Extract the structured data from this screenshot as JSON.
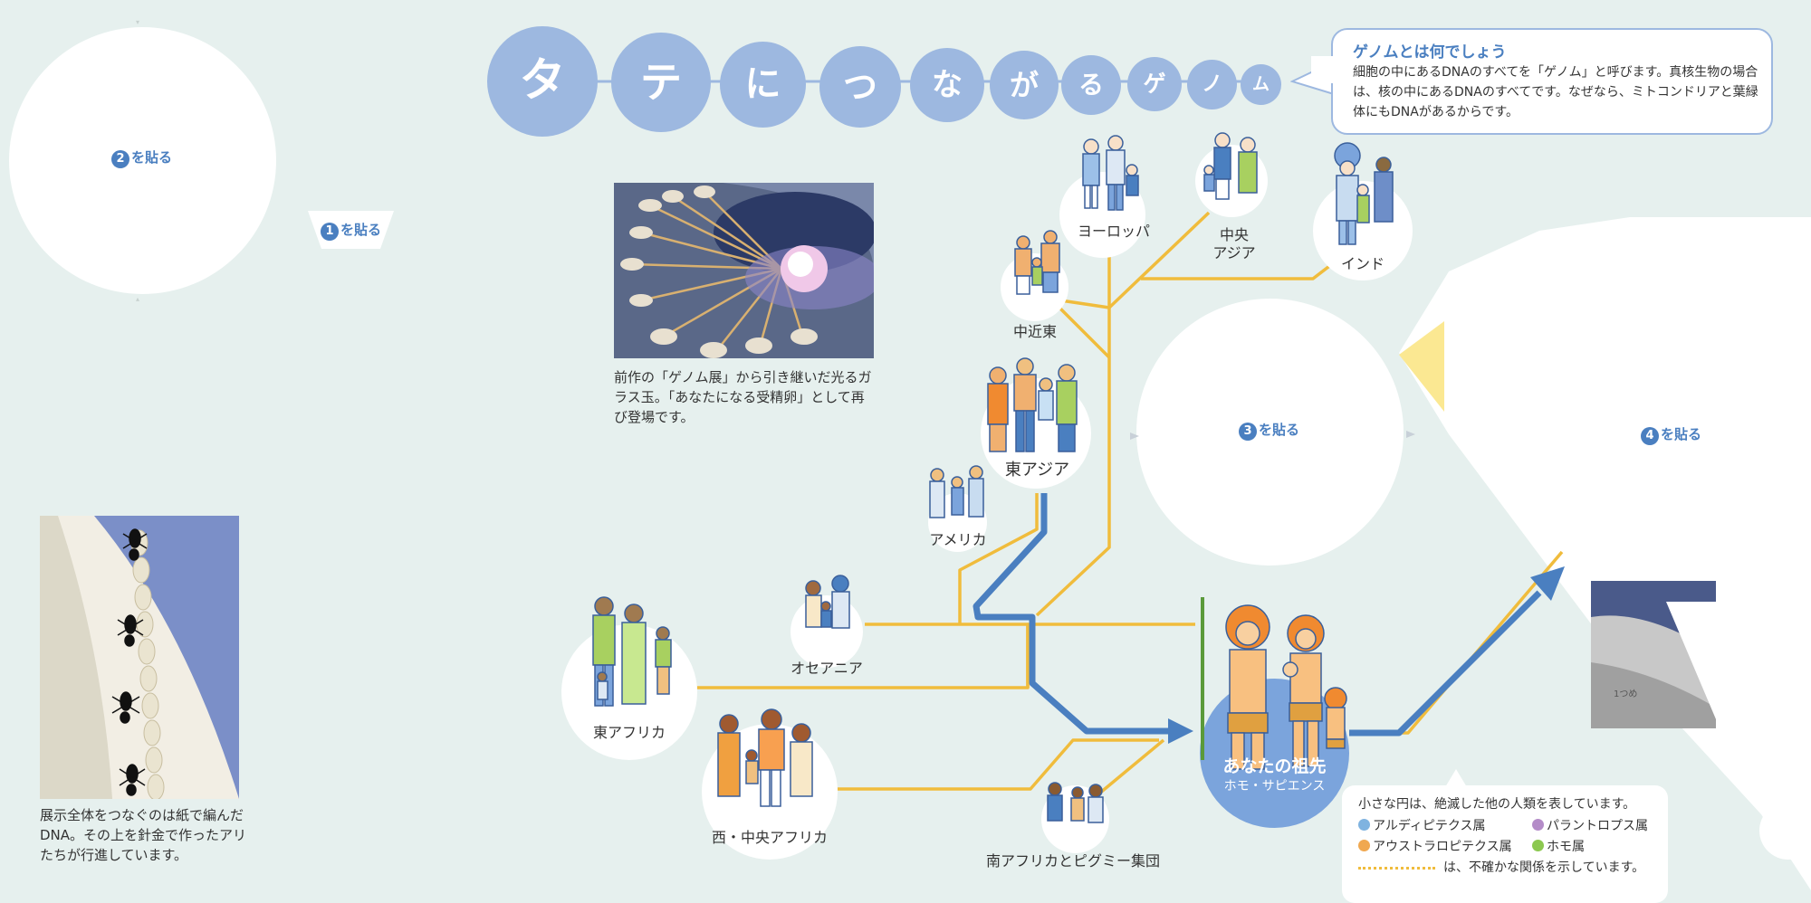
{
  "title_chars": [
    "タ",
    "テ",
    "に",
    "つ",
    "な",
    "が",
    "る",
    "ゲ",
    "ノ",
    "ム"
  ],
  "placeholders": {
    "p1": {
      "num": "1",
      "label": "を貼る"
    },
    "p2": {
      "num": "2",
      "label": "を貼る"
    },
    "p3": {
      "num": "3",
      "label": "を貼る"
    },
    "p4": {
      "num": "4",
      "label": "を貼る"
    }
  },
  "genome_box": {
    "heading": "ゲノムとは何でしょう",
    "body": "細胞の中にあるDNAのすべてを「ゲノム」と呼びます。真核生物の場合は、核の中にあるDNAのすべてです。なぜなら、ミトコンドリアと葉緑体にもDNAがあるからです。"
  },
  "photo_captions": {
    "glass": "前作の「ゲノム展」から引き継いだ光るガラス玉。「あなたになる受精卵」として再び登場です。",
    "ants": "展示全体をつなぐのは紙で編んだDNA。その上を針金で作ったアリたちが行進しています。"
  },
  "regions": {
    "europe": "ヨーロッパ",
    "central_asia": "中央\nアジア",
    "india": "インド",
    "near_east": "中近東",
    "east_asia": "東アジア",
    "america": "アメリカ",
    "oceania": "オセアニア",
    "east_africa": "東アフリカ",
    "west_central_africa": "西・中央アフリカ",
    "south_africa_pygmy": "南アフリカとピグミー集団"
  },
  "ancestor": {
    "title": "あなたの祖先",
    "subtitle": "ホモ・サピエンス"
  },
  "legend": {
    "intro": "小さな円は、絶滅した他の人類を表しています。",
    "items": [
      {
        "label": "アルディピテクス属",
        "color": "#7fb3e0"
      },
      {
        "label": "パラントロプス属",
        "color": "#b48cc8"
      },
      {
        "label": "アウストラロピテクス属",
        "color": "#f0a850"
      },
      {
        "label": "ホモ属",
        "color": "#8cc850"
      }
    ],
    "dotted_note": "は、不確かな関係を示しています。"
  },
  "colors": {
    "background": "#e6f0ee",
    "accent_blue": "#4a7fc0",
    "title_blue": "#9db8e0",
    "route_yellow": "#f0bc3c"
  }
}
